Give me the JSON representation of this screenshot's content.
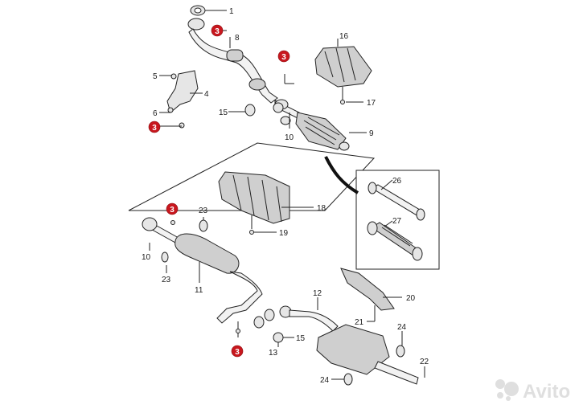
{
  "callouts": {
    "c1": "1",
    "c8": "8",
    "c3a": "3",
    "c16": "16",
    "c5": "5",
    "c4": "4",
    "c6": "6",
    "c3b": "3",
    "c15a": "15",
    "c10a": "10",
    "c17": "17",
    "c9": "9",
    "c26": "26",
    "c27": "27",
    "c18": "18",
    "c19": "19",
    "c3c": "3",
    "c23a": "23",
    "c10b": "10",
    "c23b": "23",
    "c11": "11",
    "c12": "12",
    "c20": "20",
    "c21": "21",
    "c24a": "24",
    "c3d": "3",
    "c13": "13",
    "c15b": "15",
    "c22": "22",
    "c24b": "24"
  },
  "watermark": {
    "text": "Avito",
    "icon": "avito-dots-icon"
  },
  "colors": {
    "highlight_callout": "#c8171e",
    "line": "#222222"
  }
}
